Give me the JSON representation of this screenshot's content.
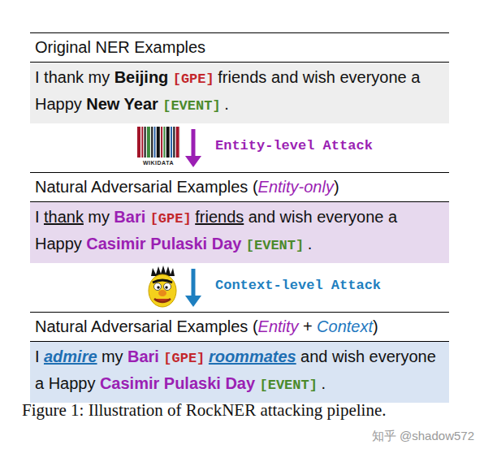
{
  "diagram": {
    "caption": "Figure 1: Illustration of RockNER attacking pipeline.",
    "nodes": [
      {
        "text": [
          "Original NER Examples",
          "I thank my",
          "Beijing",
          "[GPE]",
          "friends and wish everyone a Happy",
          "New Year",
          "[EVENT]",
          "."
        ]
      },
      {
        "text": [
          "Natural Adversarial Examples (",
          "Entity-only",
          ")",
          "I",
          "thank",
          "my",
          "Bari",
          "[GPE]",
          "friends",
          "and wish everyone a Happy",
          "Casimir Pulaski Day",
          "[EVENT]",
          "."
        ]
      },
      {
        "text": [
          "Natural Adversarial Examples (",
          "Entity",
          "+",
          "Context",
          ")",
          "I",
          "admire",
          "my",
          "Bari",
          "[GPE]",
          "roommates",
          "and wish everyone a Happy",
          "Casimir Pulaski Day",
          "[EVENT]",
          "."
        ]
      }
    ],
    "edges": [
      {
        "from": 0,
        "to": 1,
        "label": "Entity-level Attack",
        "arrow": "to"
      },
      {
        "from": 1,
        "to": 2,
        "label": "Context-level Attack",
        "arrow": "to"
      }
    ],
    "labels": [
      "WIKIDATA",
      "知乎 @shadow572"
    ]
  }
}
